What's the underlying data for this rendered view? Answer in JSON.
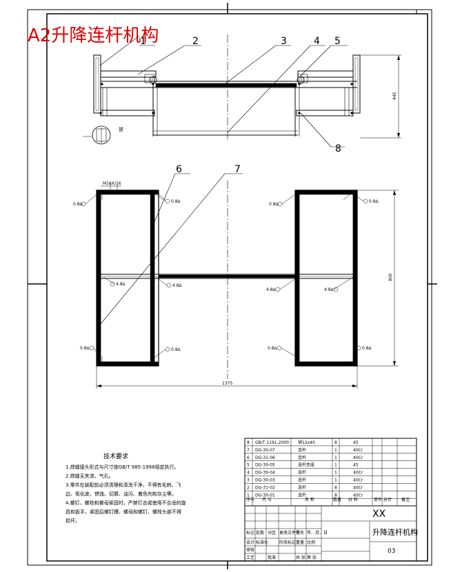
{
  "title": "A2升降连杆机构",
  "balloons": [
    "1",
    "2",
    "3",
    "4",
    "5",
    "6",
    "7",
    "8"
  ],
  "dims": {
    "top_height": "445",
    "front_height": "800",
    "front_width": "1375"
  },
  "weld_marks": {
    "tl": "0.8∆",
    "tr": "0.8∆",
    "ml": "4.8∆",
    "mr": "4.8∆",
    "bl": "0.8∆",
    "br": "0.8∆",
    "rtl": "0.8∆",
    "rtr": "0.8∆",
    "rml": "4.8∆",
    "rmr": "4.8∆",
    "rbl": "0.8∆",
    "rbr": "0.8∆"
  },
  "section_note": "M16X/16",
  "detail_note": "放",
  "tech_title": "技术要求",
  "tech_lines": [
    "1.焊缝接头形式与尺寸按GB/T 985-1998规定执行。",
    "2.焊缝无夹渣、气孔。",
    "3.零件在装配前必须清理和清洗干净，不得有毛刺、飞",
    "边、氧化皮、锈蚀、切屑、油污、着色剂和灰尘等。",
    "4.螺钉、螺栓和螺母紧固时，严禁打击或使用不合适的旋",
    "具和扳手，紧固后螺钉槽、螺母和螺钉、螺栓头部不得",
    "损坏。"
  ],
  "bom": [
    {
      "no": "8",
      "code": "GB/T 1191-2000",
      "name": "销12x40",
      "qty": "8",
      "mat": "45"
    },
    {
      "no": "7",
      "code": "DG-30-07",
      "name": "连杆",
      "qty": "1",
      "mat": "40Cr"
    },
    {
      "no": "6",
      "code": "DG-31-06",
      "name": "连杆",
      "qty": "1",
      "mat": "40Cr"
    },
    {
      "no": "5",
      "code": "DG-30-05",
      "name": "连杆支座",
      "qty": "1",
      "mat": "45"
    },
    {
      "no": "4",
      "code": "DG-30-04",
      "name": "连杆",
      "qty": "1",
      "mat": "40Cr"
    },
    {
      "no": "3",
      "code": "DG-30-03",
      "name": "连杆",
      "qty": "1",
      "mat": "40Cr"
    },
    {
      "no": "2",
      "code": "DG-31-02",
      "name": "连杆",
      "qty": "8",
      "mat": "40Cr"
    },
    {
      "no": "1",
      "code": "DG-30-01",
      "name": "连杆",
      "qty": "8",
      "mat": "40Cr"
    }
  ],
  "bom_header": {
    "no": "序号",
    "code": "代 号",
    "name": "名 称",
    "qty": "数量",
    "mat": "材 料",
    "wt": "单件 总计",
    "note": "备注"
  },
  "title_block": {
    "owner": "XX",
    "drawing_name": "升降连杆机构",
    "drawing_no": "03",
    "row_labels": [
      "标记",
      "处数",
      "分区",
      "更改文件号",
      "签名",
      "年、月、日"
    ],
    "sign_labels": [
      "设计",
      "标准化",
      "",
      "阶段标记",
      "重量",
      "比例"
    ],
    "labels2": [
      "审核",
      "",
      "",
      "",
      "",
      ""
    ],
    "labels3": [
      "工艺",
      "",
      "批准",
      "",
      "共 张",
      "第 张"
    ]
  }
}
